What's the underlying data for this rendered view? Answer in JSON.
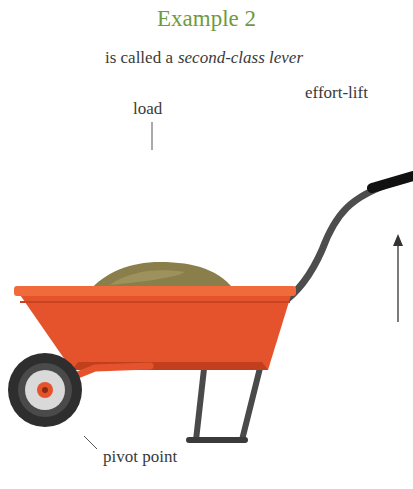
{
  "diagram": {
    "title": "Example 2",
    "labels": [
      "is called a",
      "second-class lever",
      "load",
      "effort-lift",
      "pivot point"
    ]
  }
}
